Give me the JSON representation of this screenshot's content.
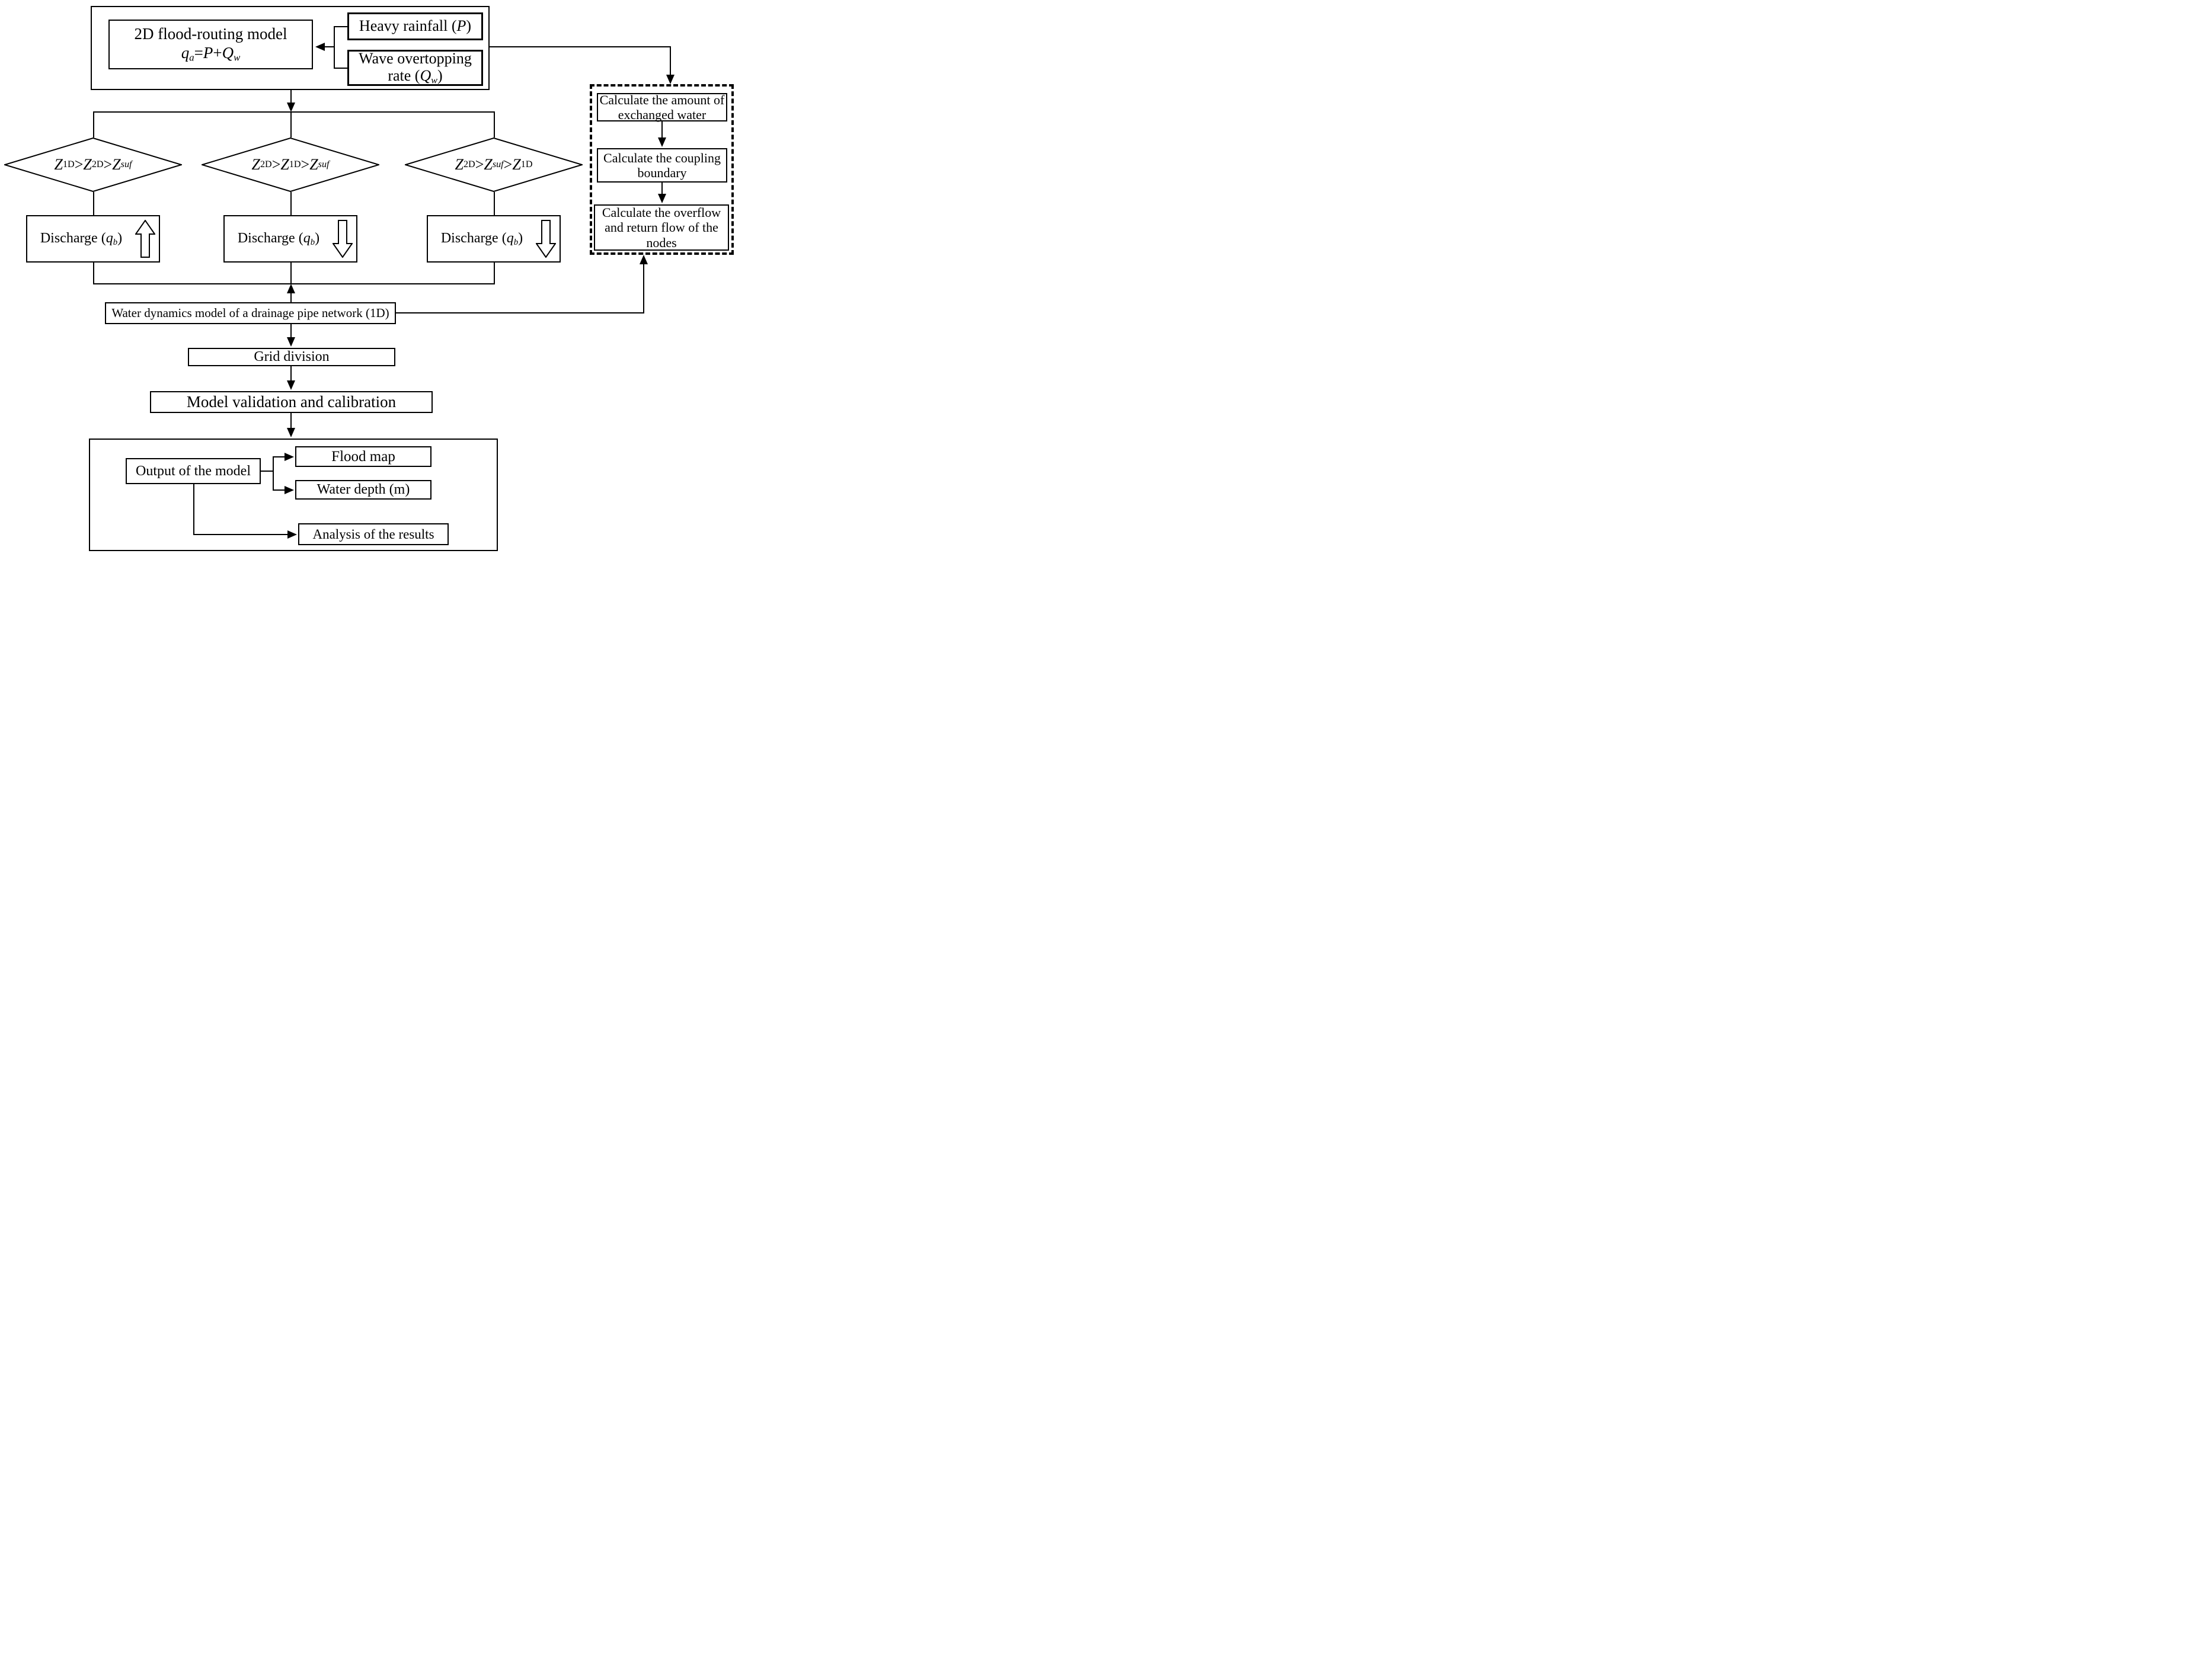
{
  "diagram": {
    "top": {
      "model_title": [
        {
          "text": "2D flood-routing model"
        }
      ],
      "model_formula": [
        {
          "text": "q",
          "style": "i"
        },
        {
          "text": "a",
          "style": "isub"
        },
        {
          "text": "="
        },
        {
          "text": "P",
          "style": "i"
        },
        {
          "text": "+"
        },
        {
          "text": "Q",
          "style": "i"
        },
        {
          "text": "w",
          "style": "isub"
        }
      ],
      "rainfall_label": [
        {
          "text": "Heavy rainfall ("
        },
        {
          "text": "P",
          "style": "i"
        },
        {
          "text": ")"
        }
      ],
      "wave_label": [
        {
          "text": "Wave overtopping rate ("
        },
        {
          "text": "Q",
          "style": "i"
        },
        {
          "text": "w",
          "style": "isub"
        },
        {
          "text": ")"
        }
      ]
    },
    "conditions": [
      {
        "expr": [
          {
            "text": "Z",
            "style": "i"
          },
          {
            "text": "1D",
            "style": "sub"
          },
          {
            "text": " > "
          },
          {
            "text": "Z",
            "style": "i"
          },
          {
            "text": "2D",
            "style": "sub"
          },
          {
            "text": " > "
          },
          {
            "text": "Z",
            "style": "i"
          },
          {
            "text": "suf",
            "style": "isub"
          }
        ]
      },
      {
        "expr": [
          {
            "text": "Z",
            "style": "i"
          },
          {
            "text": "2D",
            "style": "sub"
          },
          {
            "text": " > "
          },
          {
            "text": "Z",
            "style": "i"
          },
          {
            "text": "1D",
            "style": "sub"
          },
          {
            "text": " > "
          },
          {
            "text": "Z",
            "style": "i"
          },
          {
            "text": "suf",
            "style": "isub"
          }
        ]
      },
      {
        "expr": [
          {
            "text": "Z",
            "style": "i"
          },
          {
            "text": "2D",
            "style": "sub"
          },
          {
            "text": " > "
          },
          {
            "text": "Z",
            "style": "i"
          },
          {
            "text": "suf",
            "style": "isub"
          },
          {
            "text": " > "
          },
          {
            "text": "Z",
            "style": "i"
          },
          {
            "text": "1D",
            "style": "sub"
          }
        ]
      }
    ],
    "discharges": [
      {
        "label": [
          {
            "text": "Discharge ("
          },
          {
            "text": "q",
            "style": "i"
          },
          {
            "text": "b",
            "style": "isub"
          },
          {
            "text": ")"
          }
        ],
        "arrow": "up"
      },
      {
        "label": [
          {
            "text": "Discharge ("
          },
          {
            "text": "q",
            "style": "i"
          },
          {
            "text": "b",
            "style": "isub"
          },
          {
            "text": ")"
          }
        ],
        "arrow": "down"
      },
      {
        "label": [
          {
            "text": "Discharge ("
          },
          {
            "text": "q",
            "style": "i"
          },
          {
            "text": "b",
            "style": "isub"
          },
          {
            "text": ")"
          }
        ],
        "arrow": "down"
      }
    ],
    "coupling": {
      "step1": "Calculate the amount of exchanged water",
      "step2": "Calculate the coupling boundary",
      "step3": "Calculate the overflow and return flow of the nodes"
    },
    "pipe_model_label": "Water dynamics model of a drainage pipe network (1D)",
    "grid_label": "Grid division",
    "validation_label": "Model validation and calibration",
    "output": {
      "label": "Output of the model",
      "flood_map": "Flood map",
      "water_depth": "Water depth (m)",
      "analysis": "Analysis of the results"
    }
  }
}
